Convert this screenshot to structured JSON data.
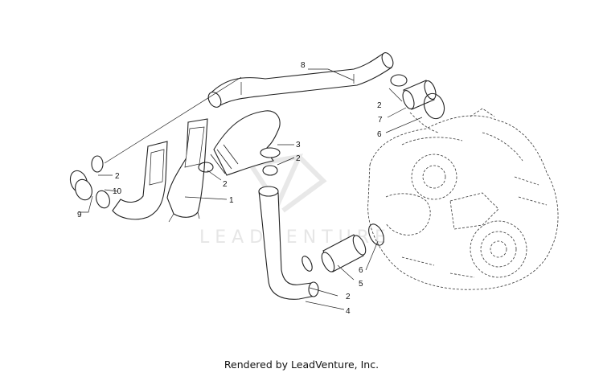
{
  "callouts": {
    "c1": "1",
    "c2a": "2",
    "c2b": "2",
    "c2c": "2",
    "c2d": "2",
    "c2e": "2",
    "c3": "3",
    "c4": "4",
    "c5": "5",
    "c6a": "6",
    "c6b": "6",
    "c7": "7",
    "c8": "8",
    "c9": "9",
    "c10": "10"
  },
  "watermark": {
    "text": "LEADVENTURE"
  },
  "footer": {
    "text": "Rendered by LeadVenture, Inc."
  }
}
